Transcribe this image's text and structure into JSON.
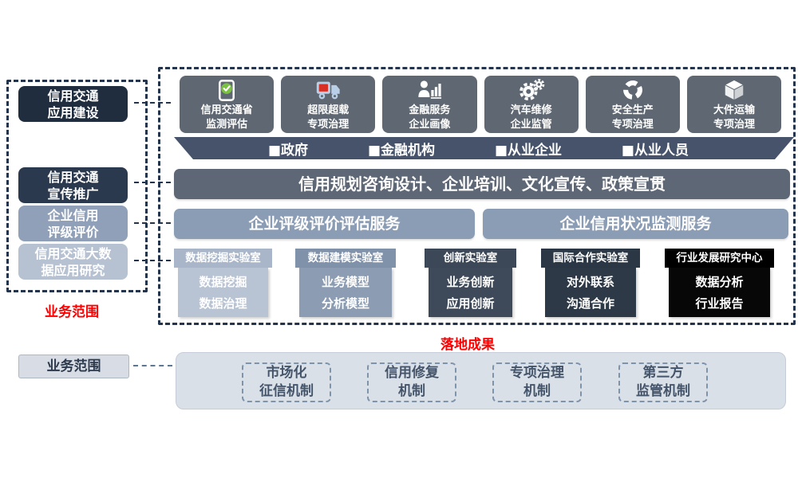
{
  "colors": {
    "frame_navy": "#24344d",
    "accent_red": "#fe0000",
    "top_box_gray": "#5f6872",
    "trapezoid_navy": "#46536a",
    "service_bar_gray": "#5e6775",
    "mid_bar_blue": "#8b9cb5",
    "bottom_bar_light": "#dae0e8",
    "check_green": "#7cc242",
    "truck_blue": "#b9cfe8",
    "truck_red": "#d93025"
  },
  "left_panel": {
    "label": "业务范围",
    "boxes": [
      {
        "line1": "信用交通",
        "line2": "应用建设"
      },
      {
        "line1": "信用交通",
        "line2": "宣传推广"
      },
      {
        "line1": "企业信用",
        "line2": "评级评价"
      },
      {
        "line1": "信用交通大数",
        "line2": "据应用研究"
      }
    ]
  },
  "right_panel": {
    "label": "落地成果",
    "top_boxes": [
      {
        "icon": "document-check-icon",
        "line1": "信用交通省",
        "line2": "监测评估"
      },
      {
        "icon": "truck-icon",
        "line1": "超限超载",
        "line2": "专项治理"
      },
      {
        "icon": "person-chart-icon",
        "line1": "金融服务",
        "line2": "企业画像"
      },
      {
        "icon": "gears-icon",
        "line1": "汽车维修",
        "line2": "企业监管"
      },
      {
        "icon": "cycle-arrows-icon",
        "line1": "安全生产",
        "line2": "专项治理"
      },
      {
        "icon": "cube-icon",
        "line1": "大件运输",
        "line2": "专项治理"
      }
    ],
    "audience_items": [
      "■政府",
      "■金融机构",
      "■从业企业",
      "■从业人员"
    ],
    "service_bar": "信用规划咨询设计、企业培训、文化宣传、政策宣贯",
    "evaluation_bar": "企业评级评价评估服务",
    "monitoring_bar": "企业信用状况监测服务",
    "labs": [
      {
        "header": "数据挖掘实验室",
        "item1": "数据挖掘",
        "item2": "数据治理"
      },
      {
        "header": "数据建模实验室",
        "item1": "业务模型",
        "item2": "分析模型"
      },
      {
        "header": "创新实验室",
        "item1": "业务创新",
        "item2": "应用创新"
      },
      {
        "header": "国际合作实验室",
        "item1": "对外联系",
        "item2": "沟通合作"
      },
      {
        "header": "行业发展研究中心",
        "item1": "数据分析",
        "item2": "行业报告"
      }
    ]
  },
  "bottom": {
    "label": "业务范围",
    "mechanisms": [
      {
        "line1": "市场化",
        "line2": "征信机制"
      },
      {
        "line1": "信用修复",
        "line2": "机制"
      },
      {
        "line1": "专项治理",
        "line2": "机制"
      },
      {
        "line1": "第三方",
        "line2": "监管机制"
      }
    ]
  }
}
